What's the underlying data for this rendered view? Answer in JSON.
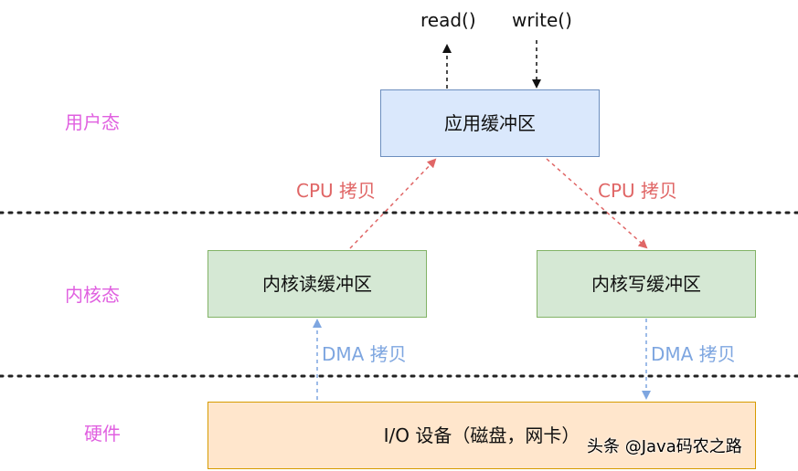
{
  "layers": {
    "user": "用户态",
    "kernel": "内核态",
    "hardware": "硬件"
  },
  "calls": {
    "read": "read()",
    "write": "write()"
  },
  "boxes": {
    "app_buffer": "应用缓冲区",
    "kernel_read_buffer": "内核读缓冲区",
    "kernel_write_buffer": "内核写缓冲区",
    "io_device": "I/O 设备（磁盘，网卡）"
  },
  "edges": {
    "cpu_copy_left": "CPU 拷贝",
    "cpu_copy_right": "CPU 拷贝",
    "dma_copy_left": "DMA 拷贝",
    "dma_copy_right": "DMA 拷贝"
  },
  "watermark": "头条 @Java码农之路",
  "colors": {
    "layer_label": "#e060e0",
    "cpu_edge": "#e06666",
    "dma_edge": "#7ea6e0",
    "app_buffer_fill": "#dae8fc",
    "app_buffer_stroke": "#6c8ebf",
    "kernel_buffer_fill": "#d5e8d4",
    "kernel_buffer_stroke": "#82b366",
    "device_fill": "#ffe6cc",
    "device_stroke": "#d79b00"
  }
}
